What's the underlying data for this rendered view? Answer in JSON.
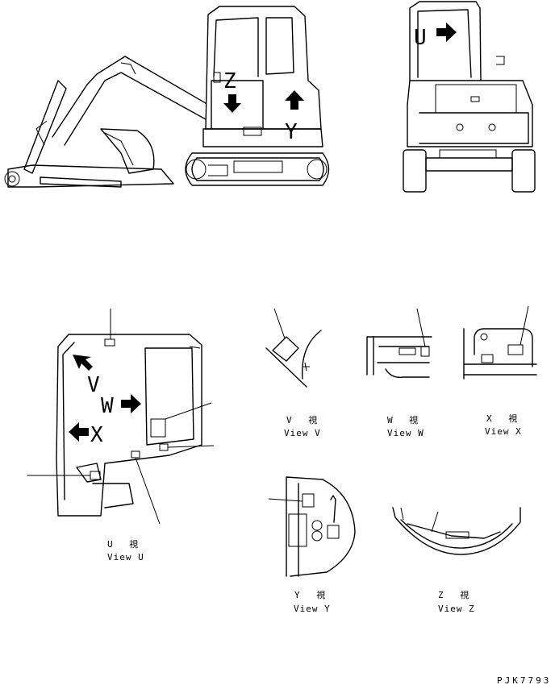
{
  "letters": {
    "z": "Z",
    "y": "Y",
    "u": "U",
    "v": "V",
    "w": "W",
    "x": "X"
  },
  "captions": {
    "v_jp": "V　 視",
    "v_en": "View V",
    "w_jp": "W　 視",
    "w_en": "View W",
    "x_jp": "X　 視",
    "x_en": "View X",
    "u_jp": "U　 視",
    "u_en": "View U",
    "y_jp": "Y　 視",
    "y_en": "View Y",
    "z_jp": "Z　 視",
    "z_en": "View Z"
  },
  "drawing_code": "PJK7793"
}
